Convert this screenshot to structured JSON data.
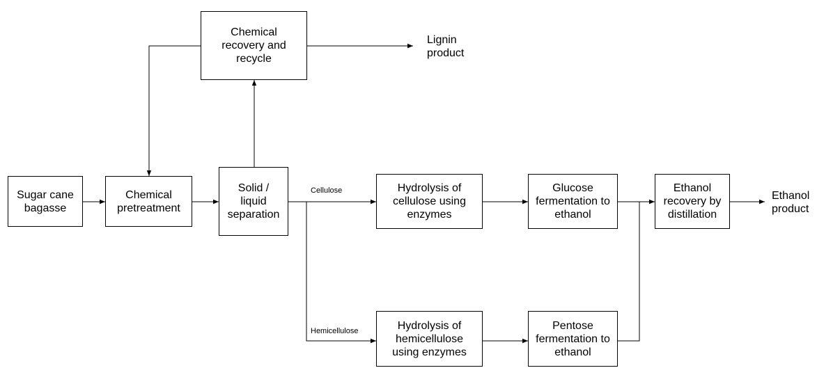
{
  "boxes": {
    "bagasse": "Sugar cane\nbagasse",
    "pretreatment": "Chemical\npretreatment",
    "separation": "Solid /\nliquid\nseparation",
    "recovery": "Chemical\nrecovery and\nrecycle",
    "hydrolysis_cellulose": "Hydrolysis of\ncellulose using\nenzymes",
    "hydrolysis_hemicellulose": "Hydrolysis of\nhemicellulose\nusing enzymes",
    "glucose": "Glucose\nfermentation to\nethanol",
    "pentose": "Pentose\nfermentation to\nethanol",
    "distillation": "Ethanol\nrecovery by\ndistillation"
  },
  "labels": {
    "lignin": "Lignin\nproduct",
    "ethanol_product": "Ethanol\nproduct",
    "cellulose": "Cellulose",
    "hemicellulose": "Hemicellulose"
  }
}
